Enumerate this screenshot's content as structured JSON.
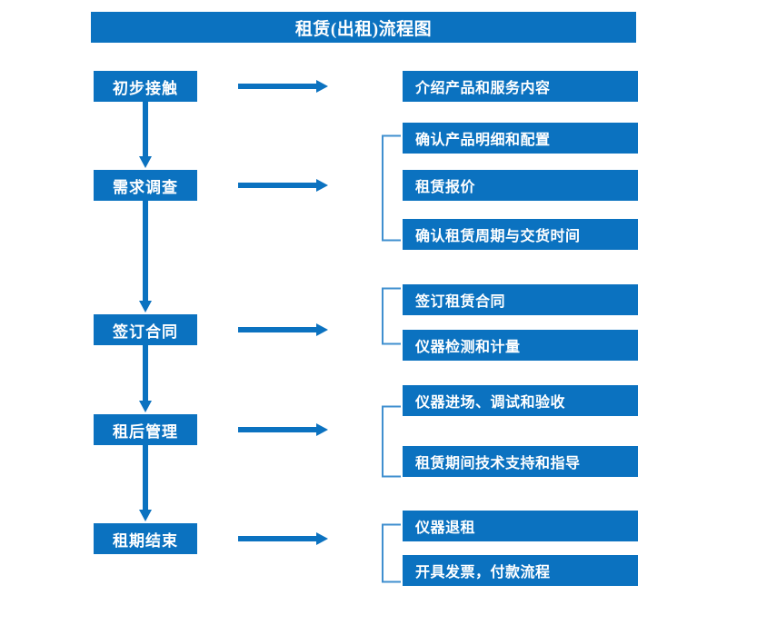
{
  "title": {
    "text": "租赁(出租)流程图"
  },
  "colors": {
    "primary_blue": "#0b72c0",
    "bracket_blue": "#3f8fcf",
    "arrow_blue": "#0b72c0",
    "background": "#ffffff",
    "text": "#ffffff"
  },
  "stages": [
    {
      "label": "初步接触"
    },
    {
      "label": "需求调查"
    },
    {
      "label": "签订合同"
    },
    {
      "label": "租后管理"
    },
    {
      "label": "租期结束"
    }
  ],
  "details": [
    {
      "label": "介绍产品和服务内容"
    },
    {
      "label": "确认产品明细和配置"
    },
    {
      "label": "租赁报价"
    },
    {
      "label": "确认租赁周期与交货时间"
    },
    {
      "label": "签订租赁合同"
    },
    {
      "label": "仪器检测和计量"
    },
    {
      "label": "仪器进场、调试和验收"
    },
    {
      "label": "租赁期间技术支持和指导"
    },
    {
      "label": "仪器退租"
    },
    {
      "label": "开具发票，付款流程"
    }
  ],
  "groups": [
    {
      "name": "group-requirements",
      "detail_indices": [
        1,
        2,
        3
      ]
    },
    {
      "name": "group-contract",
      "detail_indices": [
        4,
        5
      ]
    },
    {
      "name": "group-post-rental",
      "detail_indices": [
        6,
        7
      ]
    },
    {
      "name": "group-end-of-term",
      "detail_indices": [
        8,
        9
      ]
    }
  ],
  "connectors": {
    "horizontal_arrow_count": 5,
    "vertical_arrow_count": 4,
    "bracket_count": 4
  }
}
